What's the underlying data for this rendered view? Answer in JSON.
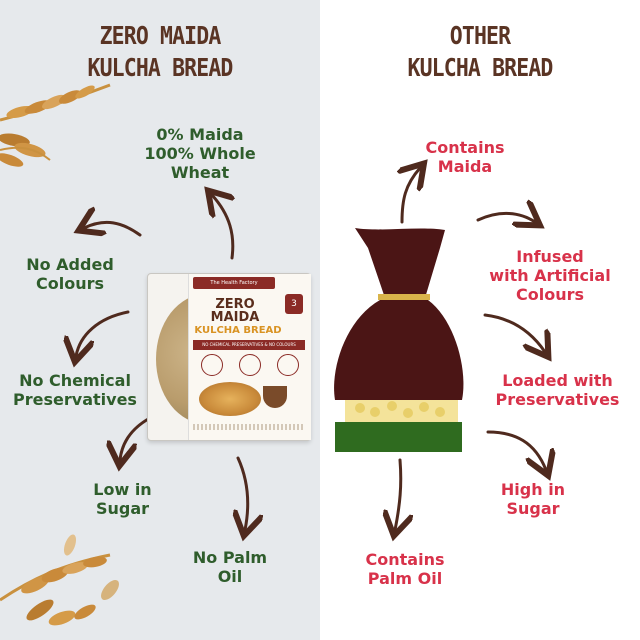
{
  "colors": {
    "left_bg": "#e6e9ec",
    "right_bg": "#ffffff",
    "title_brown": "#5a3424",
    "good_green": "#2f5d2c",
    "bad_red": "#d8324a",
    "arrow_brown": "#4f2a1e"
  },
  "left": {
    "title": "ZERO MAIDA\nKULCHA BREAD",
    "claims": [
      "0% Maida\n100% Whole\nWheat",
      "No Added\nColours",
      "No Chemical\nPreservatives",
      "Low in\nSugar",
      "No Palm\nOil"
    ],
    "product": {
      "brand": "The Health Factory",
      "name_line1": "ZERO",
      "name_line2": "MAIDA",
      "name_line3": "KULCHA BREAD",
      "strip": "NO CHEMICAL PRESERVATIVES & NO COLOURS",
      "badge": "3"
    }
  },
  "right": {
    "title": "OTHER\nKULCHA BREAD",
    "claims": [
      "Contains\nMaida",
      "Infused\nwith Artificial\nColours",
      "Loaded with\nPreservatives",
      "High in\nSugar",
      "Contains\nPalm Oil"
    ]
  },
  "icons": {
    "wheat_top": "wheat-stalk-icon",
    "wheat_bottom": "wheat-stalk-icon",
    "arrow": "curved-arrow-icon"
  }
}
